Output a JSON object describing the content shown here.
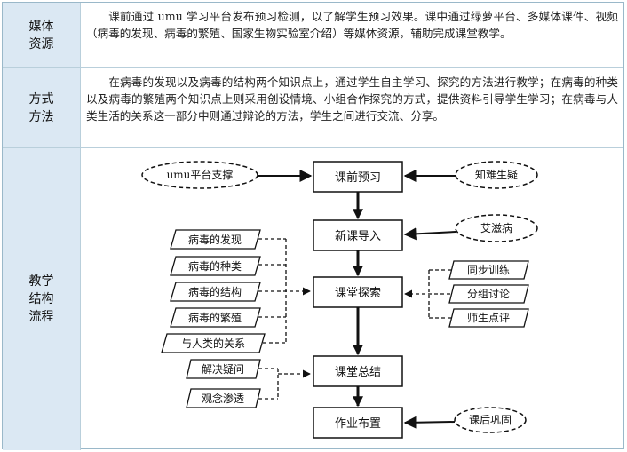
{
  "rows": [
    {
      "label_lines": [
        "媒体",
        "资源"
      ],
      "text": "课前通过 umu 学习平台发布预习检测，以了解学生预习效果。课中通过绿萝平台、多媒体课件、视频（病毒的发现、病毒的繁殖、国家生物实验室介绍）等媒体资源，辅助完成课堂教学。"
    },
    {
      "label_lines": [
        "方式",
        "方法"
      ],
      "text": "在病毒的发现以及病毒的结构两个知识点上，通过学生自主学习、探究的方法进行教学；在病毒的种类以及病毒的繁殖两个知识点上则采用创设情境、小组合作探究的方式，提供资料引导学生学习；在病毒与人类生活的关系这一部分中则通过辩论的方法，学生之间进行交流、分享。"
    },
    {
      "label_lines": [
        "教学",
        "结构",
        "流程"
      ]
    }
  ],
  "flow": {
    "main": [
      "课前预习",
      "新课导入",
      "课堂探索",
      "课堂总结",
      "作业布置"
    ],
    "ellipses": [
      "umu平台支撑",
      "知难生疑",
      "艾滋病",
      "课后巩固"
    ],
    "left_topics": [
      "病毒的发现",
      "病毒的种类",
      "病毒的结构",
      "病毒的繁殖",
      "与人类的关系"
    ],
    "right_activities": [
      "同步训练",
      "分组讨论",
      "师生点评"
    ],
    "left_summary": [
      "解决疑问",
      "观念渗透"
    ]
  }
}
